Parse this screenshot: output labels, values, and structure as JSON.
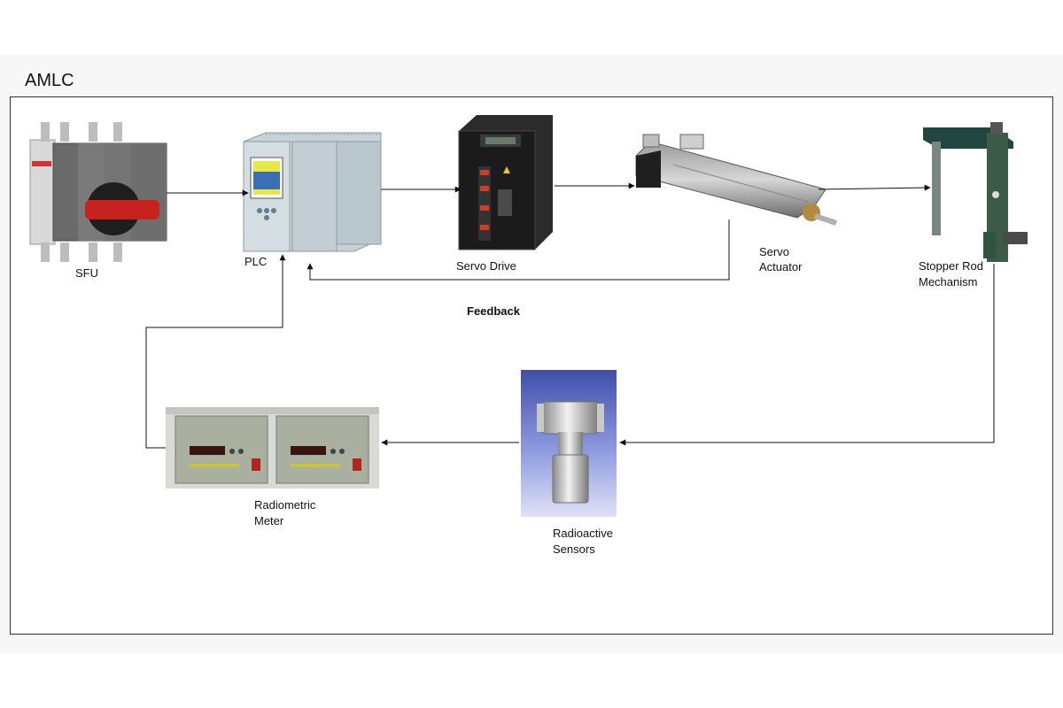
{
  "diagram": {
    "title": "AMLC",
    "components": {
      "sfu": "SFU",
      "plc": "PLC",
      "servo_drive": "Servo Drive",
      "servo_actuator": [
        "Servo",
        "Actuator"
      ],
      "stopper_rod": [
        "Stopper Rod",
        "Mechanism"
      ],
      "radiometric_meter": [
        "Radiometric",
        "Meter"
      ],
      "radioactive_sensors": [
        "Radioactive",
        "Sensors"
      ]
    },
    "feedback_label": "Feedback"
  }
}
